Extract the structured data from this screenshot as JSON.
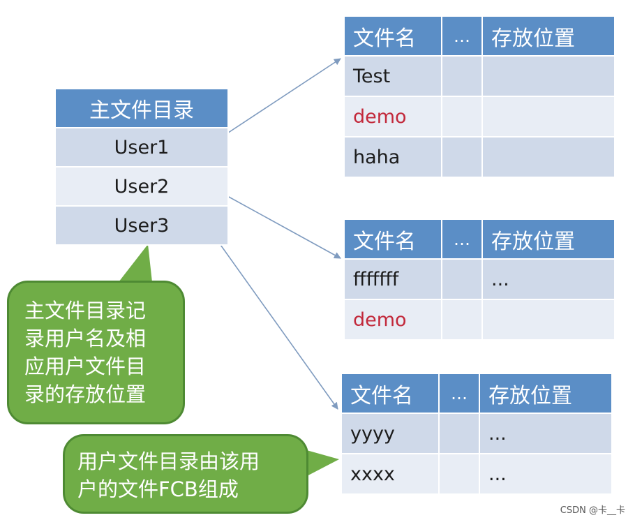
{
  "master_directory": {
    "header": "主文件目录",
    "rows": [
      "User1",
      "User2",
      "User3"
    ]
  },
  "user_directories": [
    {
      "headers": [
        "文件名",
        "…",
        "存放位置"
      ],
      "rows": [
        {
          "name": "Test",
          "mid": "",
          "location": ""
        },
        {
          "name": "demo",
          "mid": "",
          "location": ""
        },
        {
          "name": "haha",
          "mid": "",
          "location": ""
        }
      ]
    },
    {
      "headers": [
        "文件名",
        "…",
        "存放位置"
      ],
      "rows": [
        {
          "name": "fffffff",
          "mid": "",
          "location": "..."
        },
        {
          "name": "demo",
          "mid": "",
          "location": ""
        }
      ]
    },
    {
      "headers": [
        "文件名",
        "…",
        "存放位置"
      ],
      "rows": [
        {
          "name": "yyyy",
          "mid": "",
          "location": "..."
        },
        {
          "name": "xxxx",
          "mid": "",
          "location": "..."
        }
      ]
    }
  ],
  "callouts": {
    "master": [
      "主文件目录记",
      "录用户名及相",
      "应用户文件目",
      "录的存放位置"
    ],
    "user": [
      "用户文件目录由该用",
      "户的文件FCB组成"
    ]
  },
  "colors": {
    "header_blue": "#5b8ec6",
    "row_light": "#cfd9e9",
    "row_lighter": "#e8edf5",
    "highlight_red": "#c2283a",
    "callout_green": "#70ad47",
    "arrow": "#7f9bbf"
  },
  "watermark": "CSDN @卡__卡"
}
